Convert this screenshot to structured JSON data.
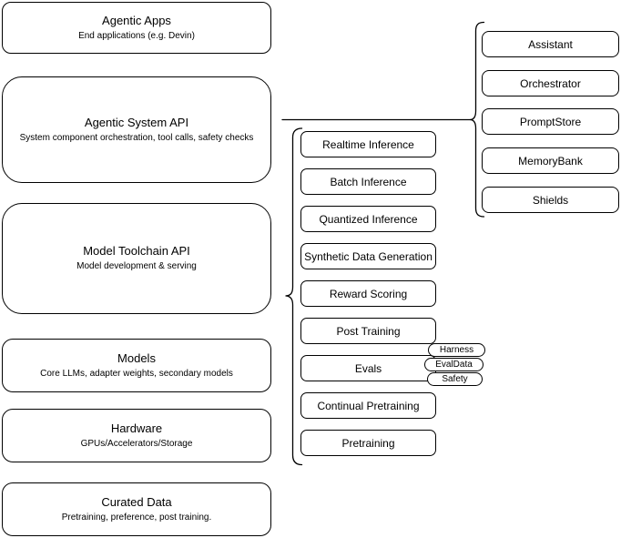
{
  "diagram": {
    "left_stack": [
      {
        "title": "Agentic Apps",
        "subtitle": "End applications (e.g. Devin)"
      },
      {
        "title": "Agentic System API",
        "subtitle": "System component orchestration, tool calls, safety checks"
      },
      {
        "title": "Model Toolchain API",
        "subtitle": "Model development & serving"
      },
      {
        "title": "Models",
        "subtitle": "Core LLMs, adapter weights, secondary models"
      },
      {
        "title": "Hardware",
        "subtitle": "GPUs/Accelerators/Storage"
      },
      {
        "title": "Curated Data",
        "subtitle": "Pretraining, preference, post training."
      }
    ],
    "toolchain_items": [
      "Realtime Inference",
      "Batch Inference",
      "Quantized Inference",
      "Synthetic Data Generation",
      "Reward Scoring",
      "Post Training",
      "Evals",
      "Continual Pretraining",
      "Pretraining"
    ],
    "evals_tags": [
      "Harness",
      "EvalData",
      "Safety"
    ],
    "system_components": [
      "Assistant",
      "Orchestrator",
      "PromptStore",
      "MemoryBank",
      "Shields"
    ],
    "colors": {
      "stroke": "#000000",
      "fill": "#ffffff",
      "background": "#ffffff"
    }
  }
}
